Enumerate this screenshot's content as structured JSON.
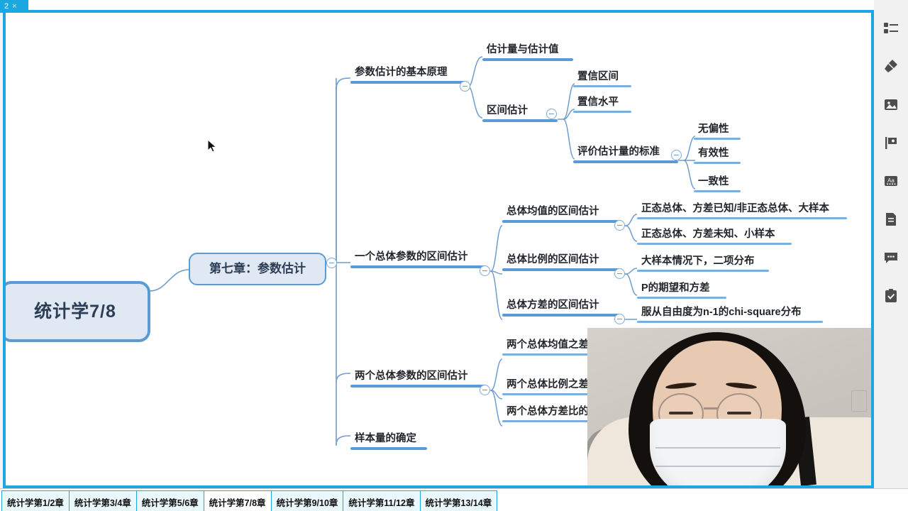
{
  "top_tab": {
    "label": "2",
    "close": "×"
  },
  "mindmap": {
    "root": {
      "label": "统计学7/8"
    },
    "chapter": {
      "label": "第七章：参数估计"
    },
    "branches": [
      {
        "label": "参数估计的基本原理",
        "children": [
          {
            "label": "估计量与估计值",
            "children": []
          },
          {
            "label": "区间估计",
            "children": [
              {
                "label": "置信区间"
              },
              {
                "label": "置信水平"
              },
              {
                "label": "评价估计量的标准",
                "children": [
                  {
                    "label": "无偏性"
                  },
                  {
                    "label": "有效性"
                  },
                  {
                    "label": "一致性"
                  }
                ]
              }
            ]
          }
        ]
      },
      {
        "label": "一个总体参数的区间估计",
        "children": [
          {
            "label": "总体均值的区间估计",
            "children": [
              {
                "label": "正态总体、方差已知/非正态总体、大样本"
              },
              {
                "label": "正态总体、方差未知、小样本"
              }
            ]
          },
          {
            "label": "总体比例的区间估计",
            "children": [
              {
                "label": "大样本情况下，二项分布"
              },
              {
                "label": "P的期望和方差"
              }
            ]
          },
          {
            "label": "总体方差的区间估计",
            "children": [
              {
                "label": "服从自由度为n-1的chi-square分布"
              }
            ]
          }
        ]
      },
      {
        "label": "两个总体参数的区间估计",
        "children": [
          {
            "label": "两个总体均值之差"
          },
          {
            "label": "两个总体比例之差"
          },
          {
            "label": "两个总体方差比的"
          }
        ]
      },
      {
        "label": "样本量的确定",
        "children": []
      }
    ]
  },
  "sidebar": {
    "items": [
      {
        "icon": "outline-icon"
      },
      {
        "icon": "brush-icon"
      },
      {
        "icon": "image-icon"
      },
      {
        "icon": "flag-icon"
      },
      {
        "icon": "text-style-icon"
      },
      {
        "icon": "document-icon"
      },
      {
        "icon": "comment-icon"
      },
      {
        "icon": "task-icon"
      }
    ]
  },
  "sheet_tabs": [
    {
      "label": "统计学第1/2章",
      "active": false
    },
    {
      "label": "统计学第3/4章",
      "active": false
    },
    {
      "label": "统计学第5/6章",
      "active": false
    },
    {
      "label": "统计学第7/8章",
      "active": true
    },
    {
      "label": "统计学第9/10章",
      "active": false
    },
    {
      "label": "统计学第11/12章",
      "active": false
    },
    {
      "label": "统计学第13/14章",
      "active": false
    }
  ],
  "colors": {
    "frame": "#1ba7e0",
    "branch": "#5b9bd5",
    "node_fill": "#dfe8f3",
    "link": "#6f9ccf"
  }
}
